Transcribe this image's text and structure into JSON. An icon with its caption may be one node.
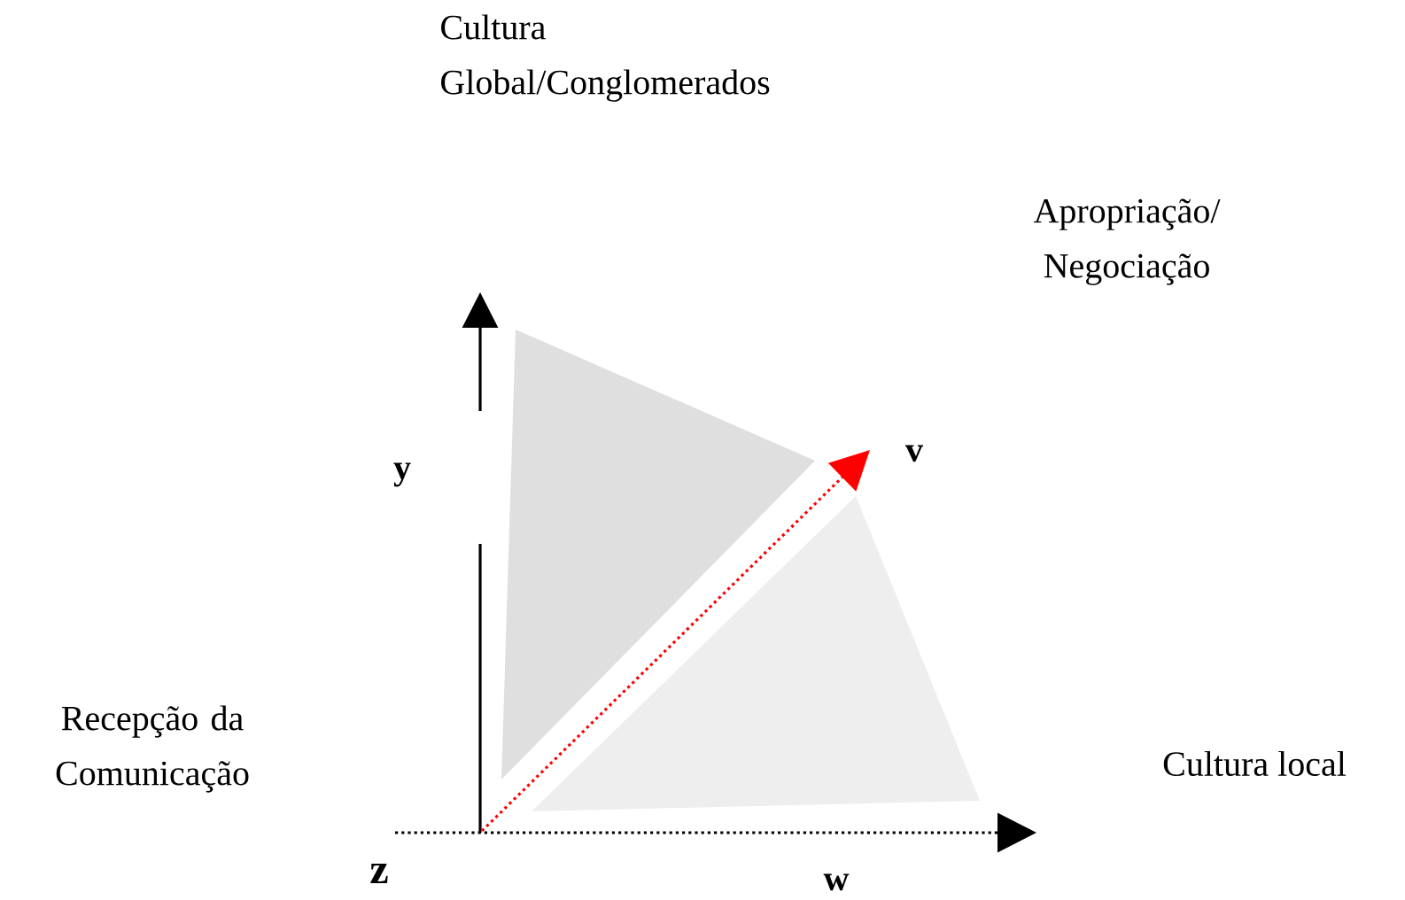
{
  "diagram": {
    "labels": [
      "Cultura Global/Conglomerados",
      "Apropriação/ Negociação",
      "v",
      "y",
      "Recepção da Comunicação",
      "Cultura local",
      "z",
      "w"
    ]
  }
}
